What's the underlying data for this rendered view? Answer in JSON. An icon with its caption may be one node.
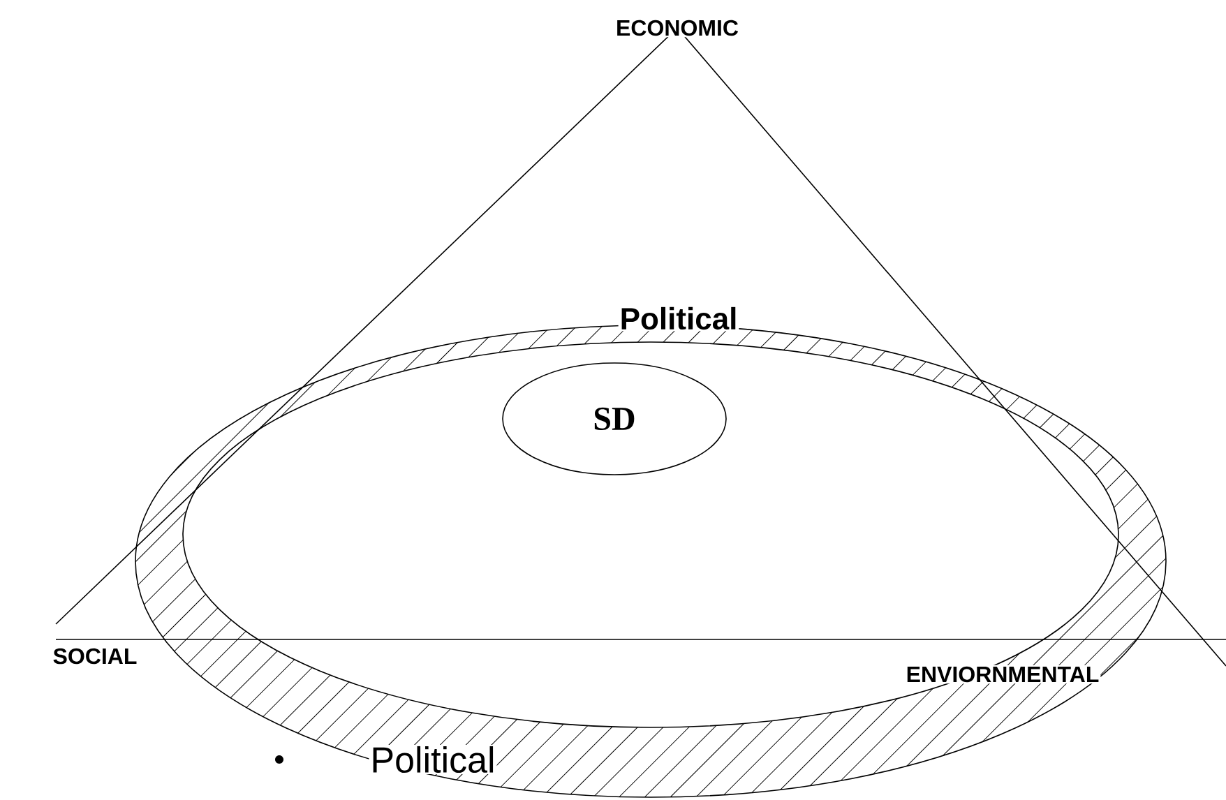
{
  "diagram": {
    "nodes": [
      {
        "text": [
          "Political"
        ]
      },
      {
        "text": [
          "SD"
        ],
        "in": 0
      }
    ],
    "labels": [
      "ECONOMIC",
      "SOCIAL",
      "ENVIORNMENTAL",
      "Political"
    ]
  }
}
